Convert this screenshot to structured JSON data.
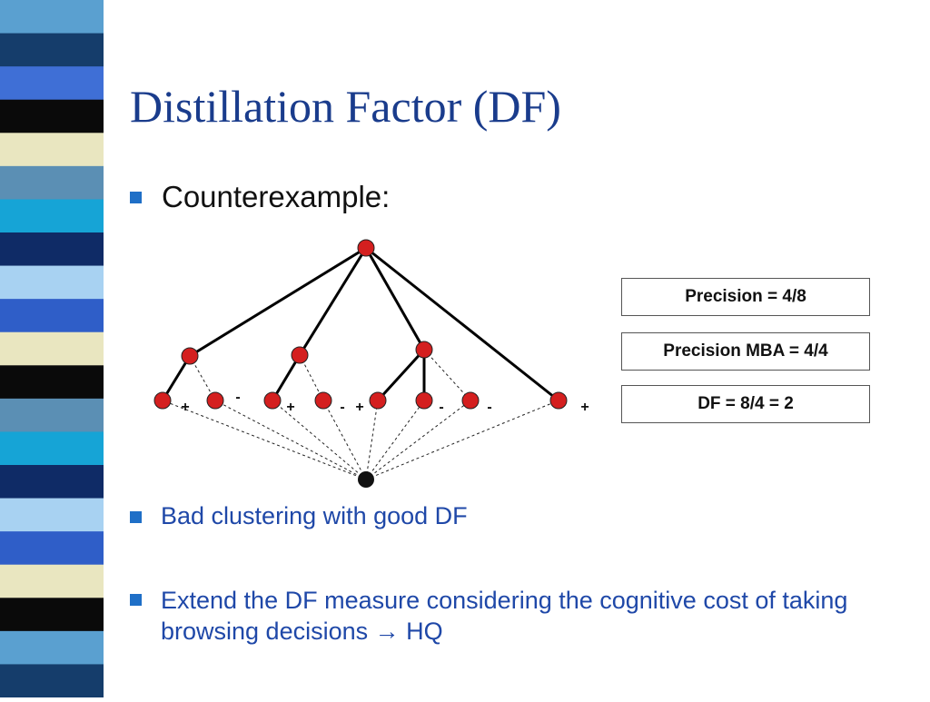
{
  "slide": {
    "title": "Distillation Factor (DF)",
    "bullets": [
      {
        "text": "Counterexample:"
      },
      {
        "text": "Bad clustering with good DF"
      },
      {
        "text": "Extend the DF measure considering the cognitive cost of taking browsing decisions",
        "arrow": "→",
        "suffix": "HQ"
      }
    ]
  },
  "metrics": {
    "precision": "Precision = 4/8",
    "precision_mba": "Precision MBA = 4/4",
    "df": "DF = 8/4 = 2"
  },
  "tree": {
    "leaf_labels": [
      "+",
      "-",
      "+",
      "-",
      "+",
      "-",
      "-",
      "+"
    ],
    "node_color": "#d41f1f",
    "target_color": "#111111"
  },
  "sidebar": {
    "stripe_colors": [
      "#5aa0d0",
      "#153d6b",
      "#3f6fd6",
      "#0a0a0a",
      "#e9e6c0",
      "#5b8fb4",
      "#16a4d6",
      "#0f2b66",
      "#a8d2f2",
      "#2f5ec8",
      "#e9e6c0",
      "#0a0a0a",
      "#5b8fb4",
      "#16a4d6",
      "#0f2b66",
      "#a8d2f2",
      "#2f5ec8",
      "#e9e6c0",
      "#0a0a0a",
      "#5aa0d0",
      "#153d6b"
    ]
  }
}
